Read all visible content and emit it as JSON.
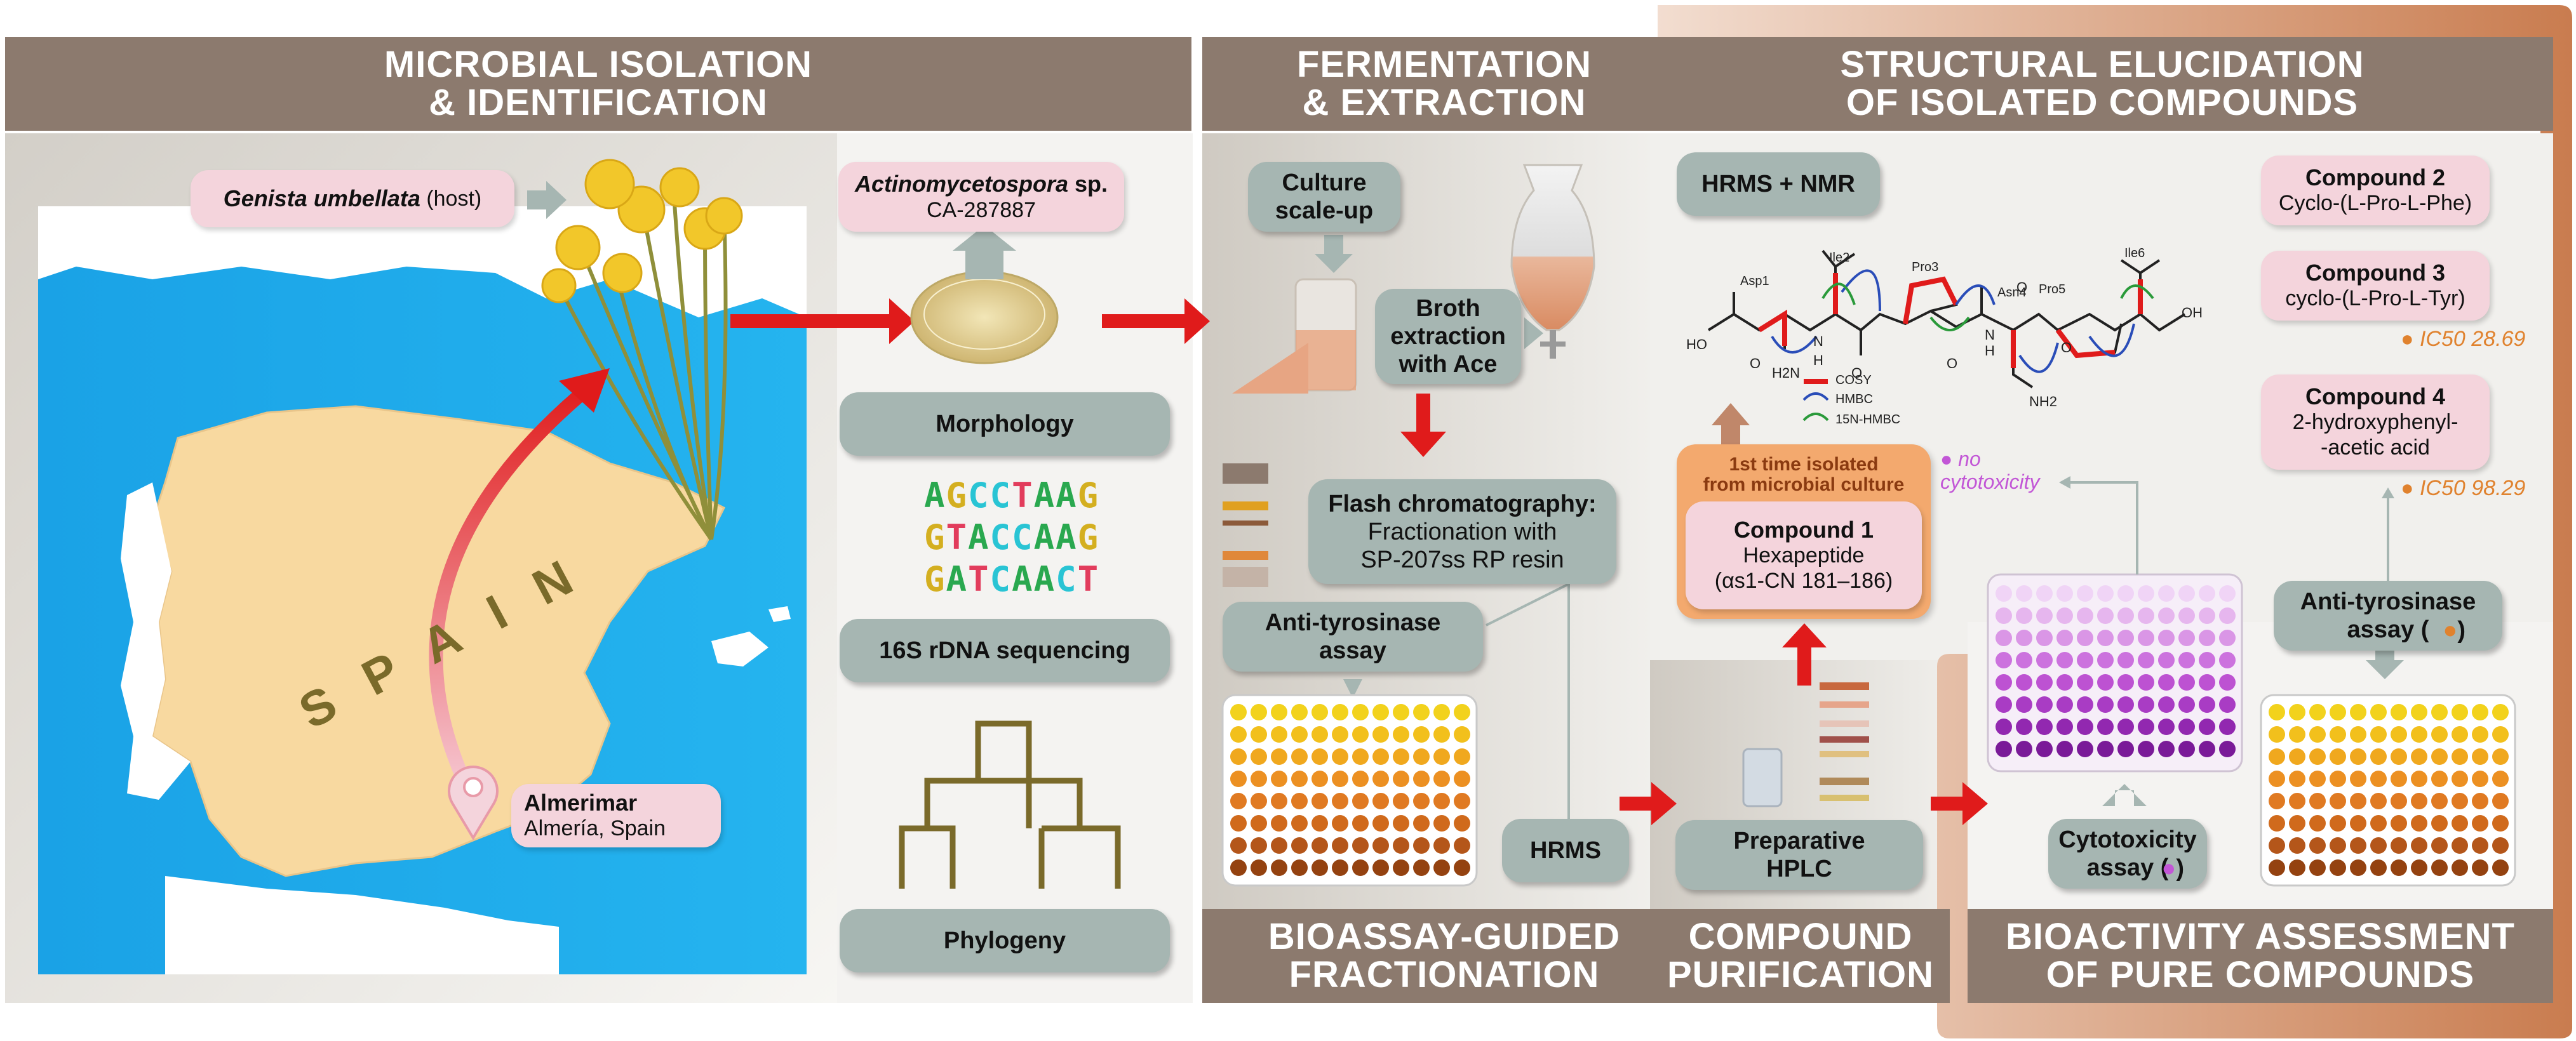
{
  "sections": {
    "isolation": "MICROBIAL ISOLATION\n& IDENTIFICATION",
    "fermentation": "FERMENTATION\n& EXTRACTION",
    "structural": "STRUCTURAL ELUCIDATION\nOF ISOLATED COMPOUNDS",
    "bioassay": "BIOASSAY-GUIDED\nFRACTIONATION",
    "purification": "COMPOUND\nPURIFICATION",
    "bioactivity": "BIOACTIVITY ASSESSMENT\nOF PURE COMPOUNDS"
  },
  "host": {
    "name": "Genista umbellata",
    "suffix": " (host)"
  },
  "map": {
    "country": "SPAIN",
    "place": "Almerimar",
    "region": "Almería, Spain"
  },
  "strain": {
    "genus": "Actinomycetospora",
    "suffix": " sp.",
    "code": "CA-287887"
  },
  "steps": {
    "morphology": "Morphology",
    "sequencing": "16S rDNA sequencing",
    "phylogeny": "Phylogeny",
    "culture": "Culture\nscale-up",
    "broth": "Broth\nextraction\nwith Ace",
    "flash_title": "Flash chromatography:",
    "flash_desc": "Fractionation with\nSP-207ss RP resin",
    "anti_tyr": "Anti-tyrosinase\nassay",
    "hrms": "HRMS",
    "prep_hplc": "Preparative\nHPLC",
    "hrms_nmr": "HRMS + NMR",
    "cytotox": "Cytotoxicity\nassay (",
    "anti_tyr2": "Anti-tyrosinase\nassay ("
  },
  "sequences": [
    {
      "text": "AGCCTAAG",
      "colors": [
        "#29a84f",
        "#d4af20",
        "#29c4d4",
        "#29c4d4",
        "#e23c5c",
        "#29a84f",
        "#29a84f",
        "#d4af20"
      ]
    },
    {
      "text": "GTACCAAG",
      "colors": [
        "#d4af20",
        "#e23c5c",
        "#29a84f",
        "#29c4d4",
        "#29c4d4",
        "#29a84f",
        "#29a84f",
        "#d4af20"
      ]
    },
    {
      "text": "GATCAACT",
      "colors": [
        "#d4af20",
        "#29a84f",
        "#e23c5c",
        "#29c4d4",
        "#29a84f",
        "#29a84f",
        "#29c4d4",
        "#e23c5c"
      ]
    }
  ],
  "compound1": {
    "tag": "1st time isolated\nfrom microbial culture",
    "title": "Compound 1",
    "desc": "Hexapeptide",
    "frag": "(αs1-CN 181–186)"
  },
  "no_cytotox": "no\ncytotoxicity",
  "compounds": [
    {
      "title": "Compound 2",
      "desc": "Cyclo-(L-Pro-L-Phe)"
    },
    {
      "title": "Compound 3",
      "desc": "cyclo-(L-Pro-L-Tyr)"
    },
    {
      "title": "Compound 4",
      "desc": "2-hydroxyphenyl-\n-acetic acid"
    }
  ],
  "ic50": [
    "IC50 28.69",
    "IC50 98.29"
  ],
  "structure_labels": {
    "residues": [
      "Asp1",
      "Ile2",
      "Pro3",
      "Asn4",
      "Pro5",
      "Ile6"
    ],
    "legend": [
      "COSY",
      "HMBC",
      "15N-HMBC"
    ],
    "atoms": [
      "HO",
      "O",
      "H2N",
      "N",
      "H",
      "O",
      "O",
      "N",
      "H",
      "O",
      "NH2",
      "O",
      "OH"
    ]
  },
  "colors": {
    "header": "#8c7a6e",
    "arrow": "#e01b1b",
    "pill": "#a6b6b2",
    "pink": "#f4d4dc",
    "orange": "#e0822e",
    "sea": "#1ea8e8",
    "land": "#f8d9a0"
  }
}
